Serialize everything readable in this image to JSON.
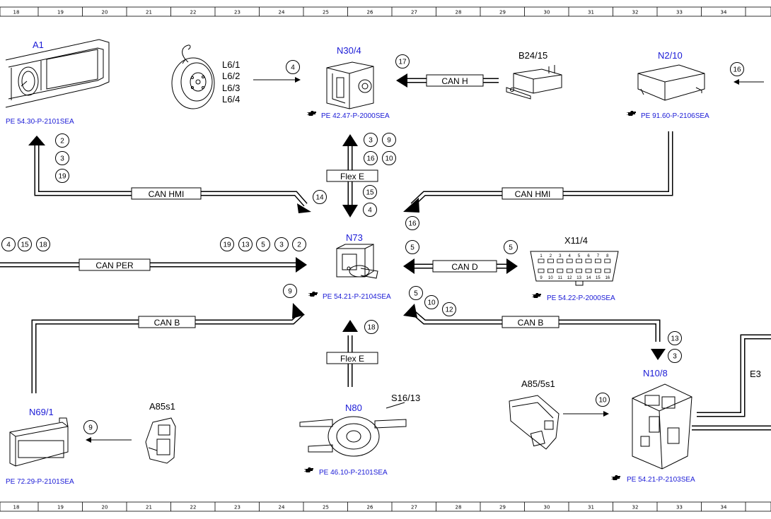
{
  "ruler": {
    "numbers": [
      "18",
      "19",
      "20",
      "21",
      "22",
      "23",
      "24",
      "25",
      "26",
      "27",
      "28",
      "29",
      "30",
      "31",
      "32",
      "33",
      "34"
    ]
  },
  "components": {
    "A1": "A1",
    "N30_4": "N30/4",
    "B24_15": "B24/15",
    "N2_10": "N2/10",
    "N73": "N73",
    "X11_4": "X11/4",
    "N69_1": "N69/1",
    "A85s1": "A85s1",
    "N80": "N80",
    "S16_13": "S16/13",
    "A85_5s1": "A85/5s1",
    "N10_8": "N10/8",
    "E3": "E3",
    "L6_1": "L6/1",
    "L6_2": "L6/2",
    "L6_3": "L6/3",
    "L6_4": "L6/4"
  },
  "references": {
    "A1": "PE 54.30-P-2101SEA",
    "N30_4": "PE 42.47-P-2000SEA",
    "N2_10": "PE 91.60-P-2106SEA",
    "N73": "PE 54.21-P-2104SEA",
    "X11_4": "PE 54.22-P-2000SEA",
    "N69_1": "PE 72.29-P-2101SEA",
    "N80": "PE 46.10-P-2101SEA",
    "N10_8": "PE 54.21-P-2103SEA"
  },
  "buses": {
    "can_hmi_left": "CAN HMI",
    "can_hmi_right": "CAN HMI",
    "can_h": "CAN H",
    "flex_e_top": "Flex E",
    "flex_e_bottom": "Flex E",
    "can_per": "CAN PER",
    "can_d": "CAN D",
    "can_b_left": "CAN B",
    "can_b_right": "CAN B"
  },
  "circle_numbers": {
    "a1_2": "2",
    "a1_3": "3",
    "a1_19": "19",
    "l6_4": "4",
    "b24_17": "17",
    "n2_16": "16",
    "fx_3": "3",
    "fx_9": "9",
    "fx_16": "16",
    "fx_10": "10",
    "fx_15": "15",
    "fx_4": "4",
    "hmiL_14": "14",
    "hmiR_16": "16",
    "per_4": "4",
    "per_15": "15",
    "per_18": "18",
    "per_19": "19",
    "per_13": "13",
    "per_5": "5",
    "per_3": "3",
    "per_2": "2",
    "cand_5a": "5",
    "cand_5b": "5",
    "canbL_9": "9",
    "n69_9": "9",
    "fxb_18": "18",
    "canbR_5": "5",
    "canbR_10": "10",
    "canbR_12": "12",
    "n108_13": "13",
    "n108_3": "3",
    "a855_10": "10"
  },
  "x11_pins_top": [
    "1",
    "2",
    "3",
    "4",
    "5",
    "6",
    "7",
    "8"
  ],
  "x11_pins_bottom": [
    "9",
    "10",
    "11",
    "12",
    "13",
    "14",
    "15",
    "16"
  ],
  "colors": {
    "component_label": "#1a1ad6",
    "reference": "#1a1ad6",
    "line": "#000000"
  },
  "icons": {
    "reference_pointer": "hand-pointer-icon"
  }
}
